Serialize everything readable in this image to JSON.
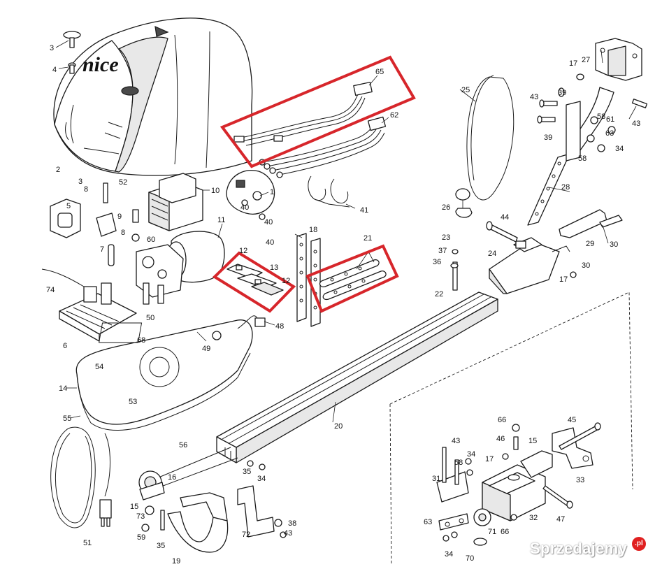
{
  "brand_label": "nice",
  "part_numbers": {
    "p1": "1",
    "p2": "2",
    "p3": "3",
    "p4": "4",
    "p5": "5",
    "p6": "6",
    "p7": "7",
    "p8": "8",
    "p8b": "8",
    "p9": "9",
    "p10": "10",
    "p11": "11",
    "p12a": "12",
    "p12b": "12",
    "p13": "13",
    "p14": "14",
    "p15a": "15",
    "p15b": "15",
    "p16": "16",
    "p17a": "17",
    "p17b": "17",
    "p17c": "17",
    "p18": "18",
    "p19": "19",
    "p20": "20",
    "p21": "21",
    "p22": "22",
    "p23": "23",
    "p24": "24",
    "p25": "25",
    "p26": "26",
    "p27": "27",
    "p28": "28",
    "p29": "29",
    "p30a": "30",
    "p30b": "30",
    "p31": "31",
    "p32": "32",
    "p33": "33",
    "p34a": "34",
    "p34b": "34",
    "p34c": "34",
    "p34d": "34",
    "p35a": "35",
    "p35b": "35",
    "p36": "36",
    "p37": "37",
    "p38": "38",
    "p39a": "39",
    "p39b": "39",
    "p40a": "40",
    "p40b": "40",
    "p40c": "40",
    "p41": "41",
    "p43a": "43",
    "p43b": "43",
    "p43c": "43",
    "p43d": "43",
    "p44": "44",
    "p45": "45",
    "p46": "46",
    "p47": "47",
    "p48": "48",
    "p49": "49",
    "p50": "50",
    "p51": "51",
    "p52": "52",
    "p53": "53",
    "p54": "54",
    "p55": "55",
    "p56": "56",
    "p58a": "58",
    "p58b": "58",
    "p58c": "58",
    "p59": "59",
    "p60": "60",
    "p61": "61",
    "p62": "62",
    "p63": "63",
    "p65": "65",
    "p66a": "66",
    "p66b": "66",
    "p68": "68",
    "p70": "70",
    "p71": "71",
    "p72": "72",
    "p73": "73",
    "p74": "74"
  },
  "watermark": {
    "text": "Sprzedajemy",
    "tld": ".pl"
  },
  "colors": {
    "highlight": "#d7262b",
    "line": "#1a1a1a",
    "background": "#ffffff"
  }
}
